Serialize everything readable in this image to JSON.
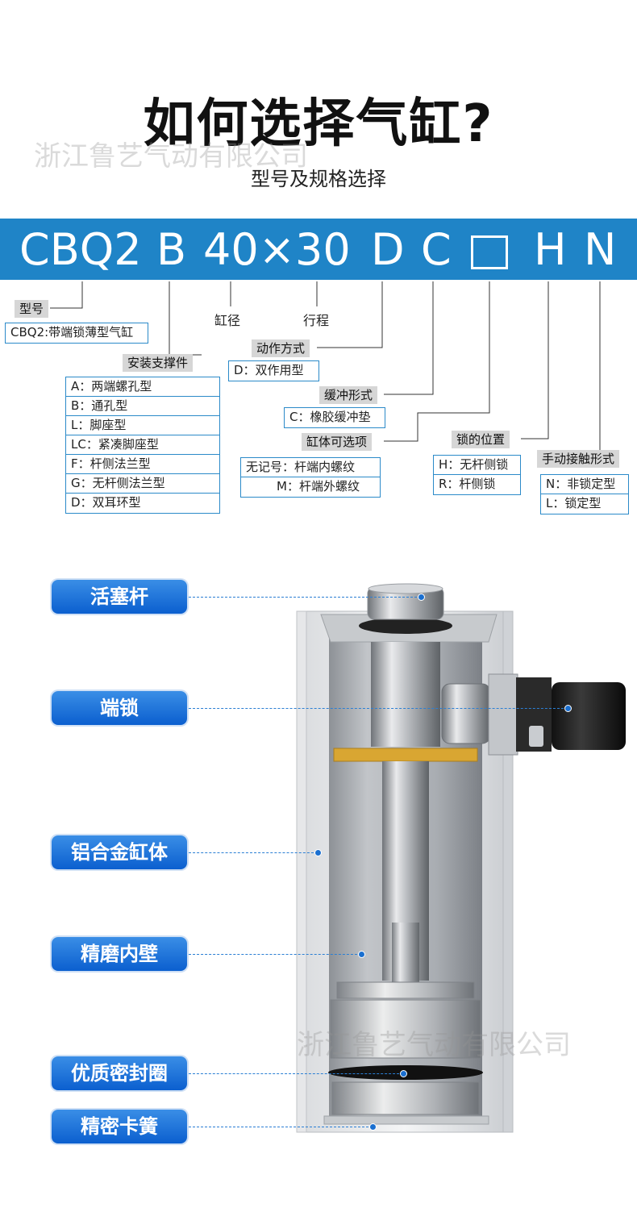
{
  "title": "如何选择气缸?",
  "watermark": "浙江鲁艺气动有限公司",
  "subtitle": "型号及规格选择",
  "model_codes": {
    "c1": "CBQ2",
    "c2": "B",
    "c3": "40×30",
    "c4": "D",
    "c5": "C",
    "c6": "H",
    "c7": "N"
  },
  "spec": {
    "model": {
      "label": "型号",
      "value": "CBQ2:带端锁薄型气缸"
    },
    "bore_label": "缸径",
    "stroke_label": "行程",
    "mount": {
      "label": "安装支撑件",
      "items": [
        "A：两端螺孔型",
        "B：通孔型",
        "L：脚座型",
        "LC：紧凑脚座型",
        "F：杆侧法兰型",
        "G：无杆侧法兰型",
        "D：双耳环型"
      ]
    },
    "action": {
      "label": "动作方式",
      "value": "D：双作用型"
    },
    "cushion": {
      "label": "缓冲形式",
      "value": "C：橡胶缓冲垫"
    },
    "options": {
      "label": "缸体可选项",
      "items": [
        "无记号：杆端内螺纹",
        "M：杆端外螺纹"
      ]
    },
    "lock_pos": {
      "label": "锁的位置",
      "items": [
        "H：无杆侧锁",
        "R：杆侧锁"
      ]
    },
    "manual": {
      "label": "手动接触形式",
      "items": [
        "N：非锁定型",
        "L：锁定型"
      ]
    }
  },
  "parts": [
    "活塞杆",
    "端锁",
    "铝合金缸体",
    "精磨内壁",
    "优质密封圈",
    "精密卡簧"
  ],
  "colors": {
    "accent": "#1f84c7",
    "pill": "#1768d6"
  }
}
